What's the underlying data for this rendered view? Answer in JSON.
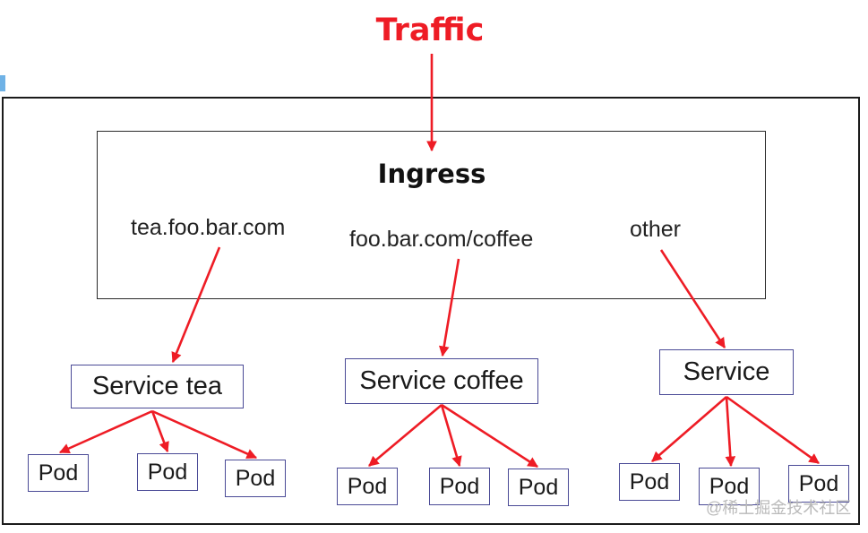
{
  "title": "Traffic",
  "ingress": {
    "label": "Ingress",
    "rules": [
      "tea.foo.bar.com",
      "foo.bar.com/coffee",
      "other"
    ]
  },
  "services": [
    {
      "label": "Service tea",
      "pods": [
        "Pod",
        "Pod",
        "Pod"
      ]
    },
    {
      "label": "Service coffee",
      "pods": [
        "Pod",
        "Pod",
        "Pod"
      ]
    },
    {
      "label": "Service",
      "pods": [
        "Pod",
        "Pod",
        "Pod"
      ]
    }
  ],
  "watermark": "@稀土掘金技术社区",
  "colors": {
    "arrow": "#ee1c25",
    "title": "#ee1c25",
    "box_border": "#4a4a96"
  }
}
